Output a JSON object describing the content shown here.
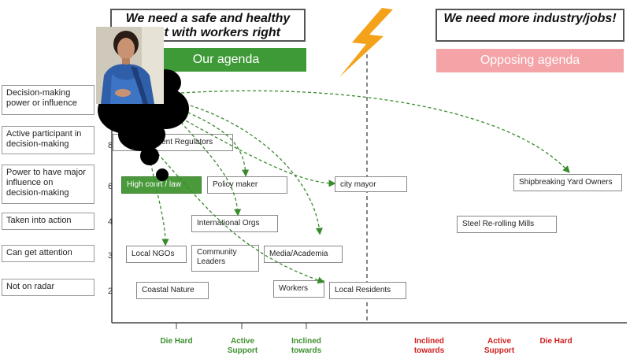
{
  "headlines": {
    "ours": "We need a safe and healthy coast with workers right",
    "theirs": "We need more industry/jobs!"
  },
  "agendas": {
    "ours": "Our agenda",
    "theirs": "Opposing agenda",
    "ours_color": "#3e9a37",
    "theirs_color": "#f4a3a7"
  },
  "y_levels": [
    {
      "label": "Decision-making power or influence",
      "score": ""
    },
    {
      "label": "Active participant in decision-making",
      "score": "8"
    },
    {
      "label": "Power to have major influence on decision-making",
      "score": "6"
    },
    {
      "label": "Taken into action",
      "score": "4"
    },
    {
      "label": "Can get attention",
      "score": "3"
    },
    {
      "label": "Not on radar",
      "score": "2"
    }
  ],
  "actors": {
    "gov_regulators": "Government Regulators",
    "high_court": "High court / law",
    "policy_maker": "Policy maker",
    "city_mayor": "city mayor",
    "shipbreaking": "Shipbreaking Yard Owners",
    "intl_orgs": "International Orgs",
    "steel_mills": "Steel Re-rolling Mills",
    "local_ngos": "Local NGOs",
    "community_leaders": "Community Leaders",
    "media": "Media/Academia",
    "coastal_nature": "Coastal Nature",
    "workers": "Workers",
    "local_residents": "Local Residents"
  },
  "x_labels": {
    "die_hard_left": "Die Hard",
    "active_support_left": "Active Support",
    "inclined_left": "Inclined towards",
    "inclined_right": "Inclined towards",
    "active_support_right": "Active Support",
    "die_hard_right": "Die Hard"
  },
  "icons": {
    "lightning": "lightning-bolt-icon",
    "presenter": "presenter-video-icon"
  },
  "colors": {
    "arrow": "#3a8a2e",
    "lightning": "#f5a21b",
    "label_green": "#3e8f2f",
    "label_red": "#d02020"
  }
}
